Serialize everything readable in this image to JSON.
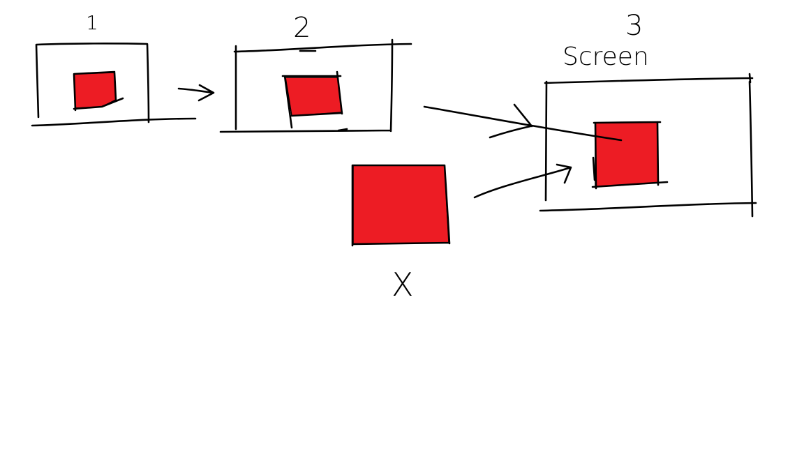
{
  "colors": {
    "background": "#ffffff",
    "ink": "#000000",
    "red": "#ed1c24"
  },
  "labels": {
    "step_1": "1",
    "step_2": "2",
    "step_3": "3",
    "screen": "Screen",
    "cross": "X"
  }
}
